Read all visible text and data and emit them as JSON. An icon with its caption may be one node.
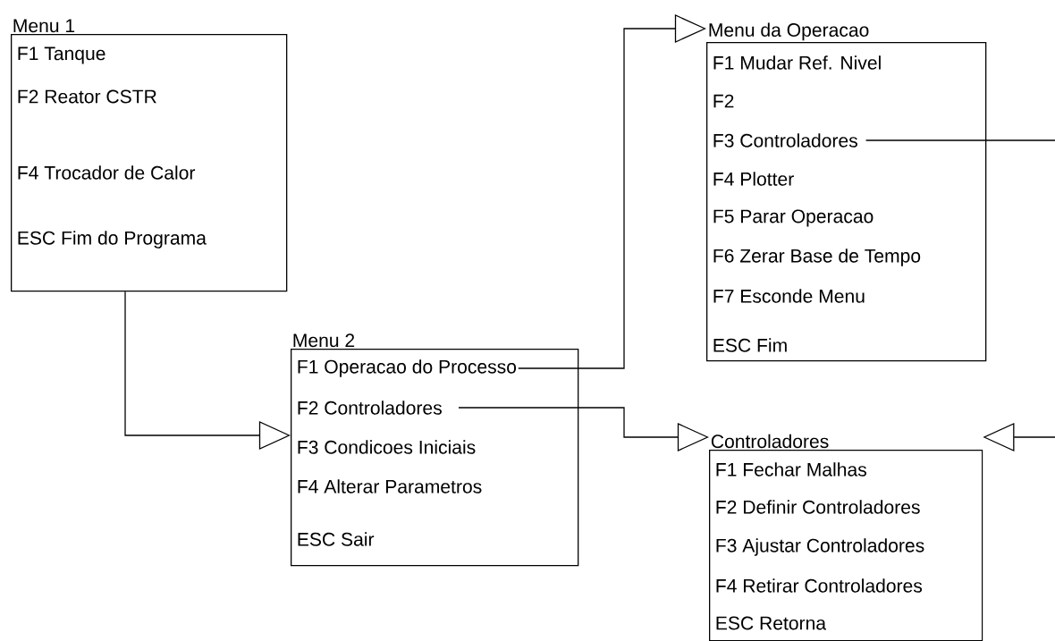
{
  "diagram": {
    "nodes": [
      {
        "text": [
          "Menu 1"
        ]
      },
      {
        "text": [
          "F1 Tanque"
        ],
        "in": 0
      },
      {
        "text": [
          "F2 Reator CSTR"
        ],
        "in": 0
      },
      {
        "text": [
          "F4 Trocador de Calor"
        ],
        "in": 0
      },
      {
        "text": [
          "ESC Fim do Programa"
        ],
        "in": 0
      },
      {
        "text": [
          "Menu 2"
        ]
      },
      {
        "text": [
          "F1 Operacao do Processo"
        ],
        "in": 5
      },
      {
        "text": [
          "F2 Controladores"
        ],
        "in": 5
      },
      {
        "text": [
          "F3 Condicoes Iniciais"
        ],
        "in": 5
      },
      {
        "text": [
          "F4 Alterar Parametros"
        ],
        "in": 5
      },
      {
        "text": [
          "ESC Sair"
        ],
        "in": 5
      },
      {
        "text": [
          "Menu da Operacao"
        ]
      },
      {
        "text": [
          "F1 Mudar Ref. Nivel"
        ],
        "in": 11
      },
      {
        "text": [
          "F2"
        ],
        "in": 11
      },
      {
        "text": [
          "F3 Controladores"
        ],
        "in": 11
      },
      {
        "text": [
          "F4 Plotter"
        ],
        "in": 11
      },
      {
        "text": [
          "F5 Parar Operacao"
        ],
        "in": 11
      },
      {
        "text": [
          "F6 Zerar Base de Tempo"
        ],
        "in": 11
      },
      {
        "text": [
          "F7 Esconde Menu"
        ],
        "in": 11
      },
      {
        "text": [
          "ESC Fim"
        ],
        "in": 11
      },
      {
        "text": [
          "Controladores"
        ]
      },
      {
        "text": [
          "F1 Fechar Malhas"
        ],
        "in": 20
      },
      {
        "text": [
          "F2 Definir Controladores"
        ],
        "in": 20
      },
      {
        "text": [
          "F3 Ajustar Controladores"
        ],
        "in": 20
      },
      {
        "text": [
          "F4 Retirar Controladores"
        ],
        "in": 20
      },
      {
        "text": [
          "ESC Retorna"
        ],
        "in": 20
      }
    ],
    "edges": [
      {
        "from": 0,
        "to": 5,
        "arrow": "to"
      },
      {
        "from": 6,
        "to": 11,
        "arrow": "to"
      },
      {
        "from": 7,
        "to": 20,
        "arrow": "to"
      },
      {
        "from": 14,
        "to": null,
        "arrow": "none"
      },
      {
        "from": null,
        "to": 20,
        "arrow": "to"
      }
    ]
  }
}
